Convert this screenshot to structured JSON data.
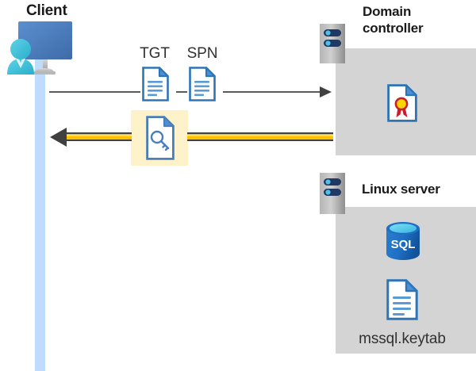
{
  "diagram": {
    "title_client": "Client",
    "title_domain_controller": "Domain\ncontroller",
    "title_domain_controller_line1": "Domain",
    "title_domain_controller_line2": "controller",
    "title_linux_server": "Linux server",
    "label_tgt": "TGT",
    "label_spn": "SPN",
    "label_keytab": "mssql.keytab",
    "label_sql": "SQL",
    "icons": {
      "client": "user-monitor-icon",
      "server_rack": "server-rack-icon",
      "tgt_document": "document-icon",
      "spn_document": "document-icon",
      "service_ticket": "key-document-icon",
      "certificate": "certificate-document-icon",
      "database": "sql-database-icon",
      "keytab_document": "document-icon"
    },
    "arrows": [
      {
        "name": "request-arrow",
        "direction": "right",
        "color": "#595959",
        "style": "thin-line"
      },
      {
        "name": "ticket-arrow",
        "direction": "left",
        "color": "#ffc000",
        "head_color": "#404040",
        "style": "thick-line"
      }
    ],
    "colors": {
      "panel_gray": "#d4d4d4",
      "lifeline_blue": "#bfdcff",
      "highlight_yellow": "#fdf2c9",
      "arrow_yellow": "#ffc000",
      "arrow_dark": "#404040",
      "doc_blue": "#3a76c4",
      "doc_blue_light": "#5b9bd5",
      "monitor_blue": "#4a7ebb",
      "person_cyan": "#41c4de",
      "sql_blue": "#1f6fc4",
      "cert_gold": "#ffd400",
      "cert_red": "#c8202a",
      "rack_navy": "#1f3864",
      "rack_dot": "#4dc2e8",
      "heading_dark": "#1a1a1a",
      "caption_dark": "#313131"
    }
  }
}
